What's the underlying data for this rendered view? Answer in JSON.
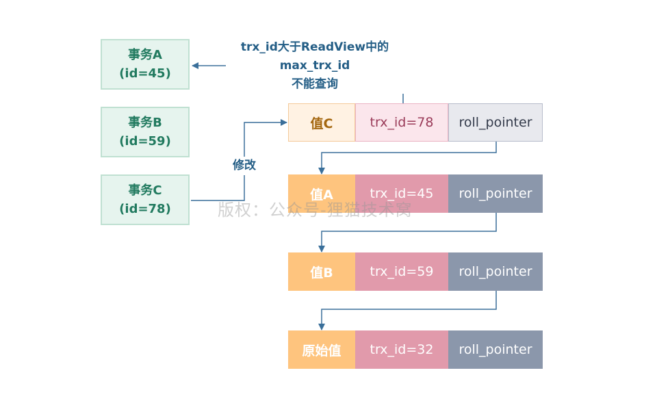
{
  "transactions": [
    {
      "name": "事务A",
      "id": "(id=45)"
    },
    {
      "name": "事务B",
      "id": "(id=59)"
    },
    {
      "name": "事务C",
      "id": "(id=78)"
    }
  ],
  "versions": [
    {
      "value": "值C",
      "trx": "trx_id=78",
      "pointer": "roll_pointer"
    },
    {
      "value": "值A",
      "trx": "trx_id=45",
      "pointer": "roll_pointer"
    },
    {
      "value": "值B",
      "trx": "trx_id=59",
      "pointer": "roll_pointer"
    },
    {
      "value": "原始值",
      "trx": "trx_id=32",
      "pointer": "roll_pointer"
    }
  ],
  "annotations": {
    "readview_line1": "trx_id大于ReadView中的",
    "readview_line2": "max_trx_id",
    "readview_line3": "不能查询",
    "modify": "修改"
  },
  "watermark": "版权：公众号-狸猫技术窝",
  "colors": {
    "arrow": "#3a6f9a",
    "transaction_text": "#217a5f",
    "transaction_bg": "#e6f4ee",
    "value_cell": "#fec47e",
    "trx_cell": "#e19aab",
    "pointer_cell": "#8b97ab"
  }
}
